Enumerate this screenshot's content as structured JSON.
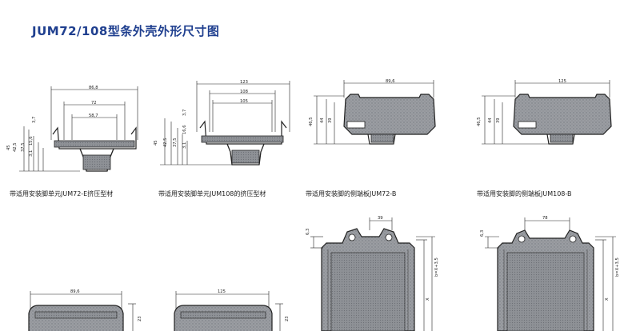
{
  "title": "JUM72/108型条外壳外形尺寸图",
  "captions": {
    "fig1": "带适用安装脚单元JUM72-E挤压型材",
    "fig2": "带适用安装脚单元JUM108的挤压型材",
    "fig3": "带适用安装脚的侧端板JUM72-B",
    "fig4": "带适用安装脚的侧端板JUM108-B"
  },
  "dims": {
    "f1_w1": "86,8",
    "f1_w2": "72",
    "f1_w3": "58,7",
    "f1_h1": "45",
    "f1_h2": "42,5",
    "f1_h3": "37,5",
    "f1_h4": "15,6",
    "f1_h5": "3,1",
    "f1_h6": "3,7",
    "f2_w1": "123",
    "f2_w2": "108",
    "f2_w3": "105",
    "f2_h1": "45",
    "f2_h2": "42,5",
    "f2_h3": "37,5",
    "f2_h4": "16,6",
    "f2_h5": "3,1",
    "f2_h6": "3,7",
    "f3_w": "89,6",
    "f3_h1": "46,5",
    "f3_h2": "44",
    "f3_h3": "39",
    "f4_w": "125",
    "f4_h1": "46,5",
    "f4_h2": "44",
    "f4_h3": "39",
    "f5_w": "89,6",
    "f5_h": "23",
    "f6_w": "125",
    "f6_h": "23",
    "f7_w": "39",
    "f7_h1": "6,3",
    "f7_h2": "X",
    "f7_h3": "b=X+3,5",
    "f8_w": "78",
    "f8_h1": "6,3",
    "f8_h2": "X",
    "f8_h3": "b=X+3,5"
  }
}
